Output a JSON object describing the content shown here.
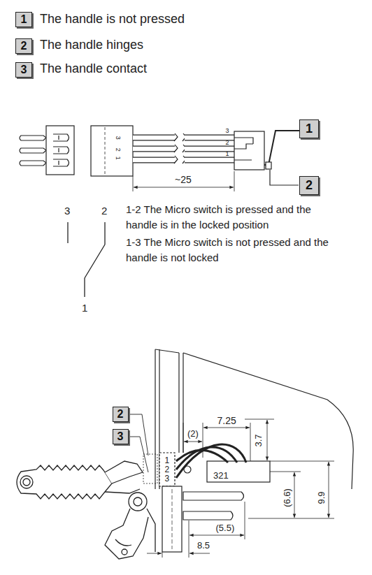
{
  "diagram": {
    "nodes": [
      {
        "text": [
          "1"
        ]
      },
      {
        "text": [
          "2"
        ]
      },
      {
        "text": [
          "3"
        ]
      },
      {
        "text": [
          "1"
        ]
      },
      {
        "text": [
          "2"
        ]
      },
      {
        "text": [
          "2"
        ]
      },
      {
        "text": [
          "3"
        ]
      }
    ],
    "labels": [
      "The handle is not pressed",
      "The handle hinges",
      "The handle contact",
      "3",
      "2",
      "1",
      "3",
      "2",
      "1",
      "~25",
      "3",
      "2",
      "1",
      "1-2 The Micro switch is pressed and the handle is in the locked position",
      "1-3 The Micro switch is not pressed and the handle is not locked",
      "1",
      "2",
      "3",
      "(2)",
      "7.25",
      "3.7",
      "321",
      "(6.6)",
      "9.9",
      "(5.5)",
      "8.5"
    ]
  }
}
